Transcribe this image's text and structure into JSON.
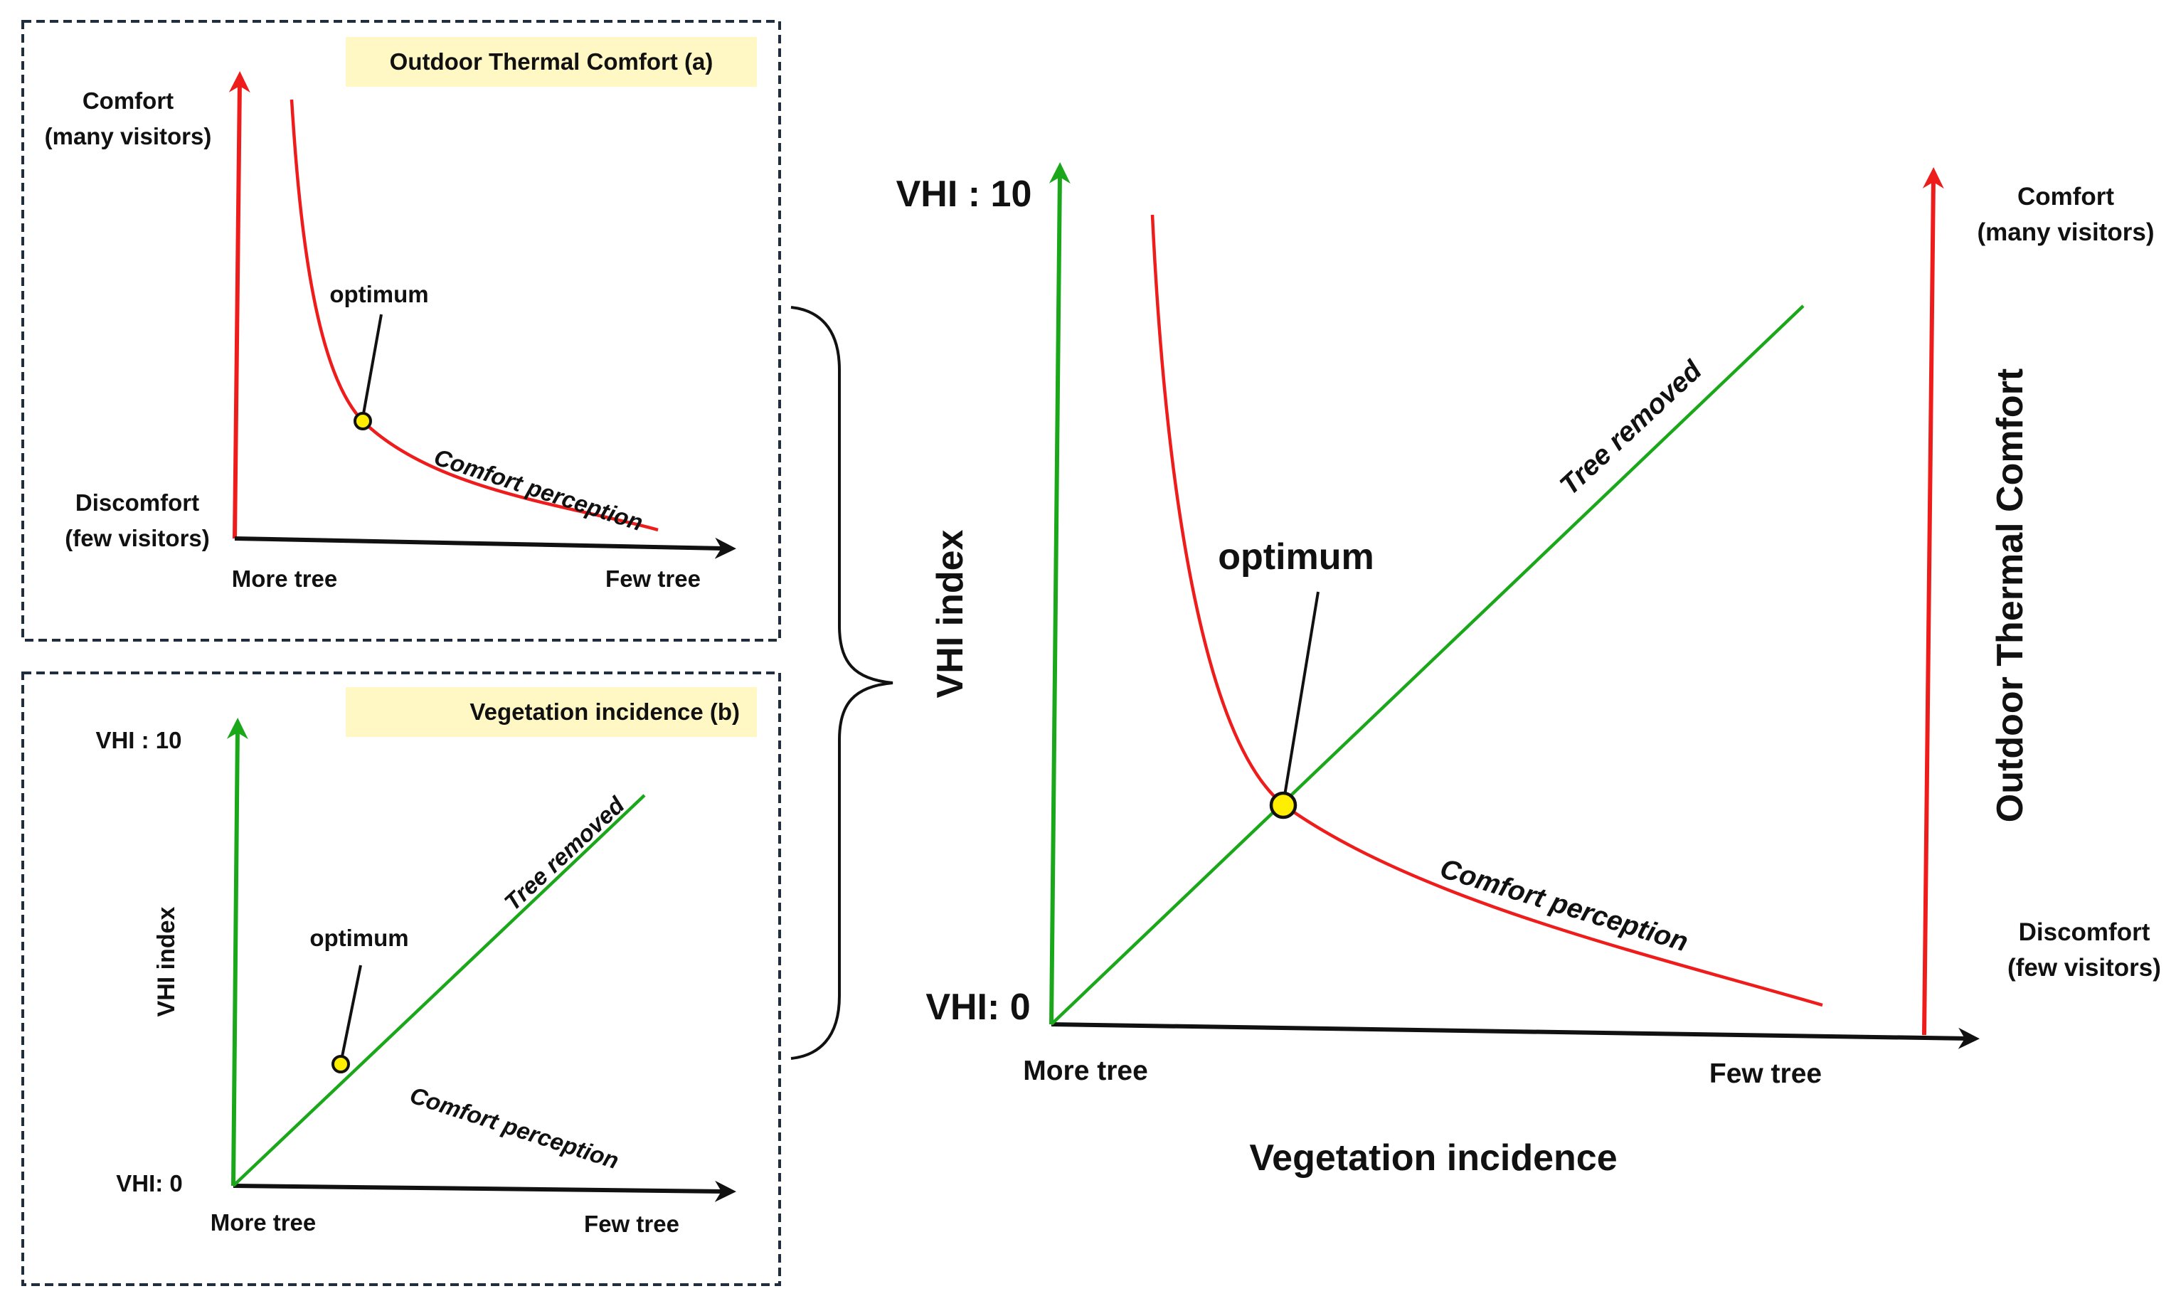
{
  "colors": {
    "comfort_red": "#ef1c1c",
    "vhi_green": "#1aa81a",
    "axis_black": "#111111",
    "optimum_yellow": "#ffee00",
    "title_bg": "#fff8c4",
    "panel_border": "#1f2d3d"
  },
  "panel_a": {
    "title": "Outdoor Thermal Comfort (a)",
    "y_top": "Comfort",
    "y_top_sub": "(many visitors)",
    "y_bottom": "Discomfort",
    "y_bottom_sub": "(few visitors)",
    "x_left": "More tree",
    "x_right": "Few tree",
    "optimum": "optimum",
    "curve": "Comfort perception"
  },
  "panel_b": {
    "title": "Vegetation incidence (b)",
    "y_top": "VHI : 10",
    "y_bottom": "VHI: 0",
    "y_axis": "VHI index",
    "x_left": "More tree",
    "x_right": "Few tree",
    "optimum": "optimum",
    "line": "Tree removed",
    "curve": "Comfort perception"
  },
  "combined": {
    "y_top": "VHI : 10",
    "y_bottom": "VHI: 0",
    "y_axis": "VHI index",
    "x_left": "More tree",
    "x_right": "Few tree",
    "x_axis": "Vegetation incidence",
    "optimum": "optimum",
    "line": "Tree removed",
    "curve": "Comfort perception",
    "right_axis": "Outdoor Thermal Comfort",
    "right_top": "Comfort",
    "right_top_sub": "(many visitors)",
    "right_bottom": "Discomfort",
    "right_bottom_sub": "(few visitors)"
  }
}
